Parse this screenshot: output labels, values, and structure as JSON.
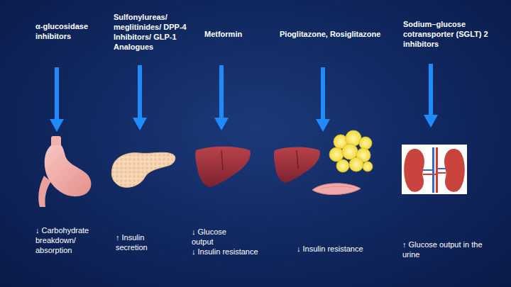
{
  "diagram": {
    "labels": [
      "α-glucosidase inhibitors",
      "Sulfonylureas/ meglitinides/ DPP-4 Inhibitors/ GLP-1 Analogues",
      "Metformin",
      "Pioglitazone, Rosiglitazone",
      "Sodium–glucose cotransporter (SGLT) 2 inhibitors",
      "↓ Carbohydrate breakdown/ absorption",
      "↑ Insulin secretion",
      "↓ Glucose output",
      "↓ Insulin resistance",
      "↓ Insulin resistance",
      "↑ Glucose output in the urine"
    ]
  }
}
